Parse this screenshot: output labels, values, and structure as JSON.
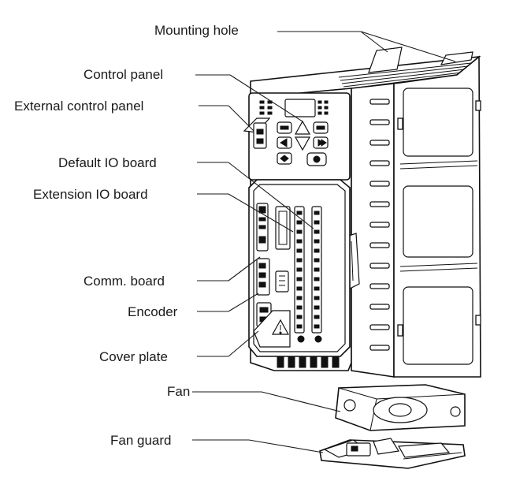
{
  "labels": {
    "mounting_hole": "Mounting hole",
    "control_panel": "Control panel",
    "external_control_panel": "External control panel",
    "default_io_board": "Default IO board",
    "extension_io_board": "Extension IO board",
    "comm_board": "Comm. board",
    "encoder": "Encoder",
    "cover_plate": "Cover plate",
    "fan": "Fan",
    "fan_guard": "Fan guard"
  }
}
